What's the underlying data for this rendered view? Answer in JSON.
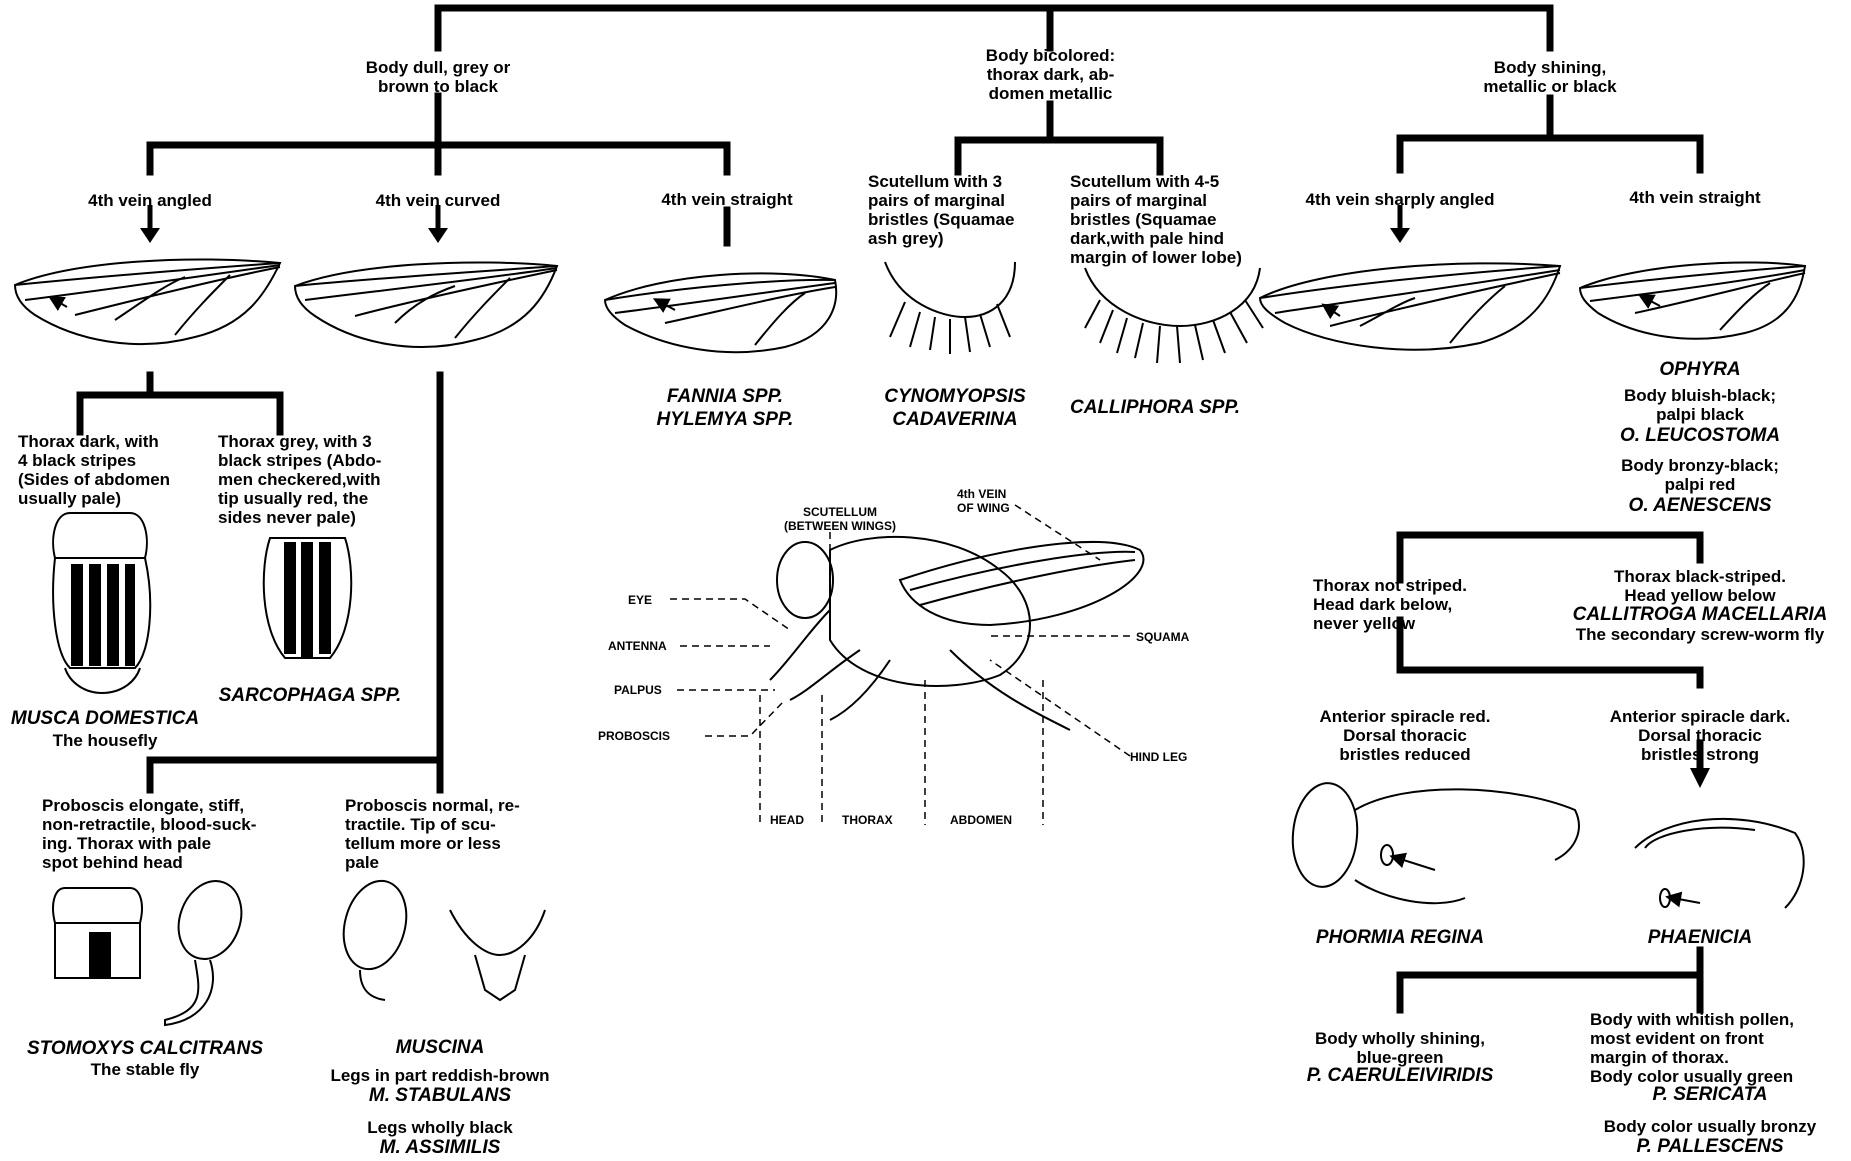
{
  "branches": {
    "dull": "Body dull, grey or\nbrown to black",
    "bicolored": "Body bicolored:\nthorax dark, ab-\ndomen metallic",
    "shining": "Body shining,\nmetallic or black"
  },
  "veins": {
    "angled": "4th vein angled",
    "curved": "4th vein curved",
    "straight_dull": "4th vein straight",
    "sharply_angled": "4th vein sharply angled",
    "straight_shining": "4th vein straight"
  },
  "scutellum": {
    "three": "Scutellum with 3\npairs of marginal\nbristles (Squamae\nash grey)",
    "four_five": "Scutellum with 4-5\npairs of marginal\nbristles (Squamae\ndark,with pale hind\nmargin of lower lobe)"
  },
  "thorax": {
    "dark_stripes": "Thorax dark, with\n4 black stripes\n(Sides of abdomen\nusually pale)",
    "grey_stripes": "Thorax grey, with 3\nblack stripes (Abdo-\nmen checkered,with\ntip usually red, the\nsides never pale)",
    "not_striped": "Thorax not striped.\nHead dark below,\nnever yellow",
    "black_striped": "Thorax black-striped.\nHead yellow below"
  },
  "proboscis": {
    "elongate": "Proboscis elongate, stiff,\nnon-retractile, blood-suck-\ning. Thorax with pale\nspot behind head",
    "normal": "Proboscis normal, re-\ntractile. Tip of scu-\ntellum more or less\npale"
  },
  "spiracle": {
    "red": "Anterior spiracle red.\nDorsal thoracic\nbristles reduced",
    "dark": "Anterior spiracle dark.\nDorsal thoracic\nbristles strong"
  },
  "species": {
    "fannia": "FANNIA SPP.\nHYLEMYA SPP.",
    "cynomyopsis": "CYNOMYOPSIS\nCADAVERINA",
    "calliphora": "CALLIPHORA SPP.",
    "musca": "MUSCA DOMESTICA",
    "musca_common": "The housefly",
    "sarcophaga": "SARCOPHAGA SPP.",
    "stomoxys": "STOMOXYS CALCITRANS",
    "stomoxys_common": "The stable fly",
    "muscina": "MUSCINA",
    "muscina_reddish": "Legs in part reddish-brown",
    "m_stabulans": "M. STABULANS",
    "muscina_black": "Legs wholly black",
    "m_assimilis": "M. ASSIMILIS",
    "ophyra": "OPHYRA",
    "ophyra_bluish": "Body bluish-black;\npalpi black",
    "o_leucostoma": "O. LEUCOSTOMA",
    "ophyra_bronzy": "Body bronzy-black;\npalpi red",
    "o_aenescens": "O. AENESCENS",
    "callitroga": "CALLITROGA MACELLARIA",
    "callitroga_common": "The secondary screw-worm fly",
    "phormia": "PHORMIA REGINA",
    "phaenicia": "PHAENICIA",
    "phaenicia_wholly": "Body wholly shining,\nblue-green",
    "p_caeruleiviridis": "P. CAERULEIVIRIDIS",
    "phaenicia_pollen": "Body with whitish pollen,\nmost evident on front\nmargin of thorax.\nBody color usually green",
    "p_sericata": "P. SERICATA",
    "phaenicia_bronzy": "Body color usually bronzy",
    "p_pallescens": "P. PALLESCENS"
  },
  "anatomy": {
    "scutellum": "SCUTELLUM\n(BETWEEN WINGS)",
    "vein": "4th VEIN\nOF WING",
    "eye": "EYE",
    "antenna": "ANTENNA",
    "palpus": "PALPUS",
    "proboscis": "PROBOSCIS",
    "squama": "SQUAMA",
    "hind_leg": "HIND LEG",
    "head": "HEAD",
    "thorax": "THORAX",
    "abdomen": "ABDOMEN"
  }
}
